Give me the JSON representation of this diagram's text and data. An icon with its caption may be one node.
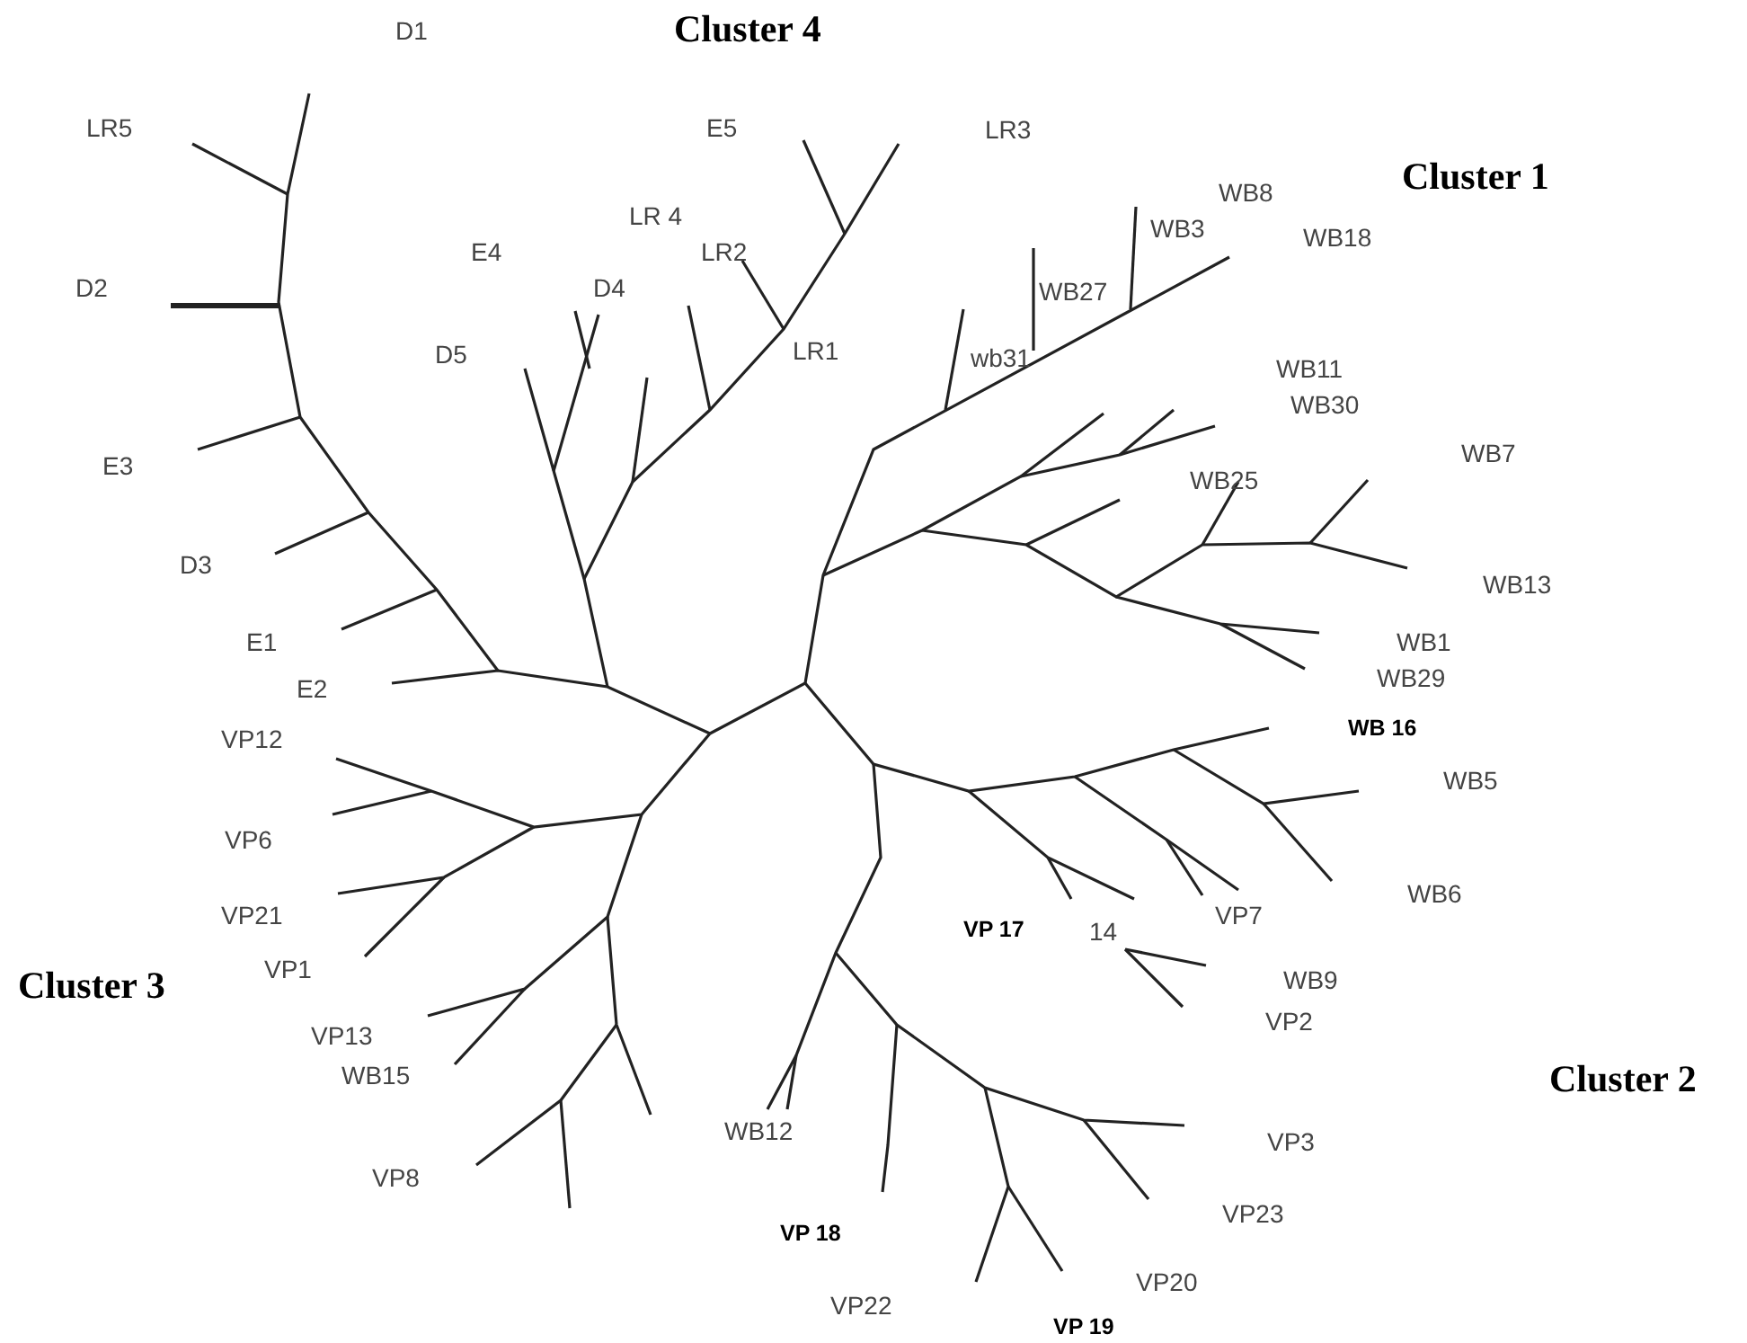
{
  "diagram": {
    "labels": [
      "Cluster 4",
      "D1",
      "LR5",
      "E5",
      "LR3",
      "WB8",
      "Cluster 1",
      "WB3",
      "LR 4",
      "E4",
      "LR2",
      "WB18",
      "D2",
      "D4",
      "WB27",
      "D5",
      "LR1",
      "wb31",
      "WB11",
      "WB30",
      "E3",
      "WB7",
      "WB25",
      "D3",
      "WB13",
      "E1",
      "WB1",
      "E2",
      "WB29",
      "VP12",
      "WB 16",
      "WB5",
      "VP6",
      "WB6",
      "VP21",
      "VP 17",
      "14",
      "VP7",
      "Cluster 3",
      "VP1",
      "WB9",
      "VP2",
      "VP13",
      "WB15",
      "Cluster 2",
      "WB12",
      "VP3",
      "VP8",
      "VP23",
      "VP 18",
      "VP22",
      "VP20",
      "VP 19"
    ]
  }
}
